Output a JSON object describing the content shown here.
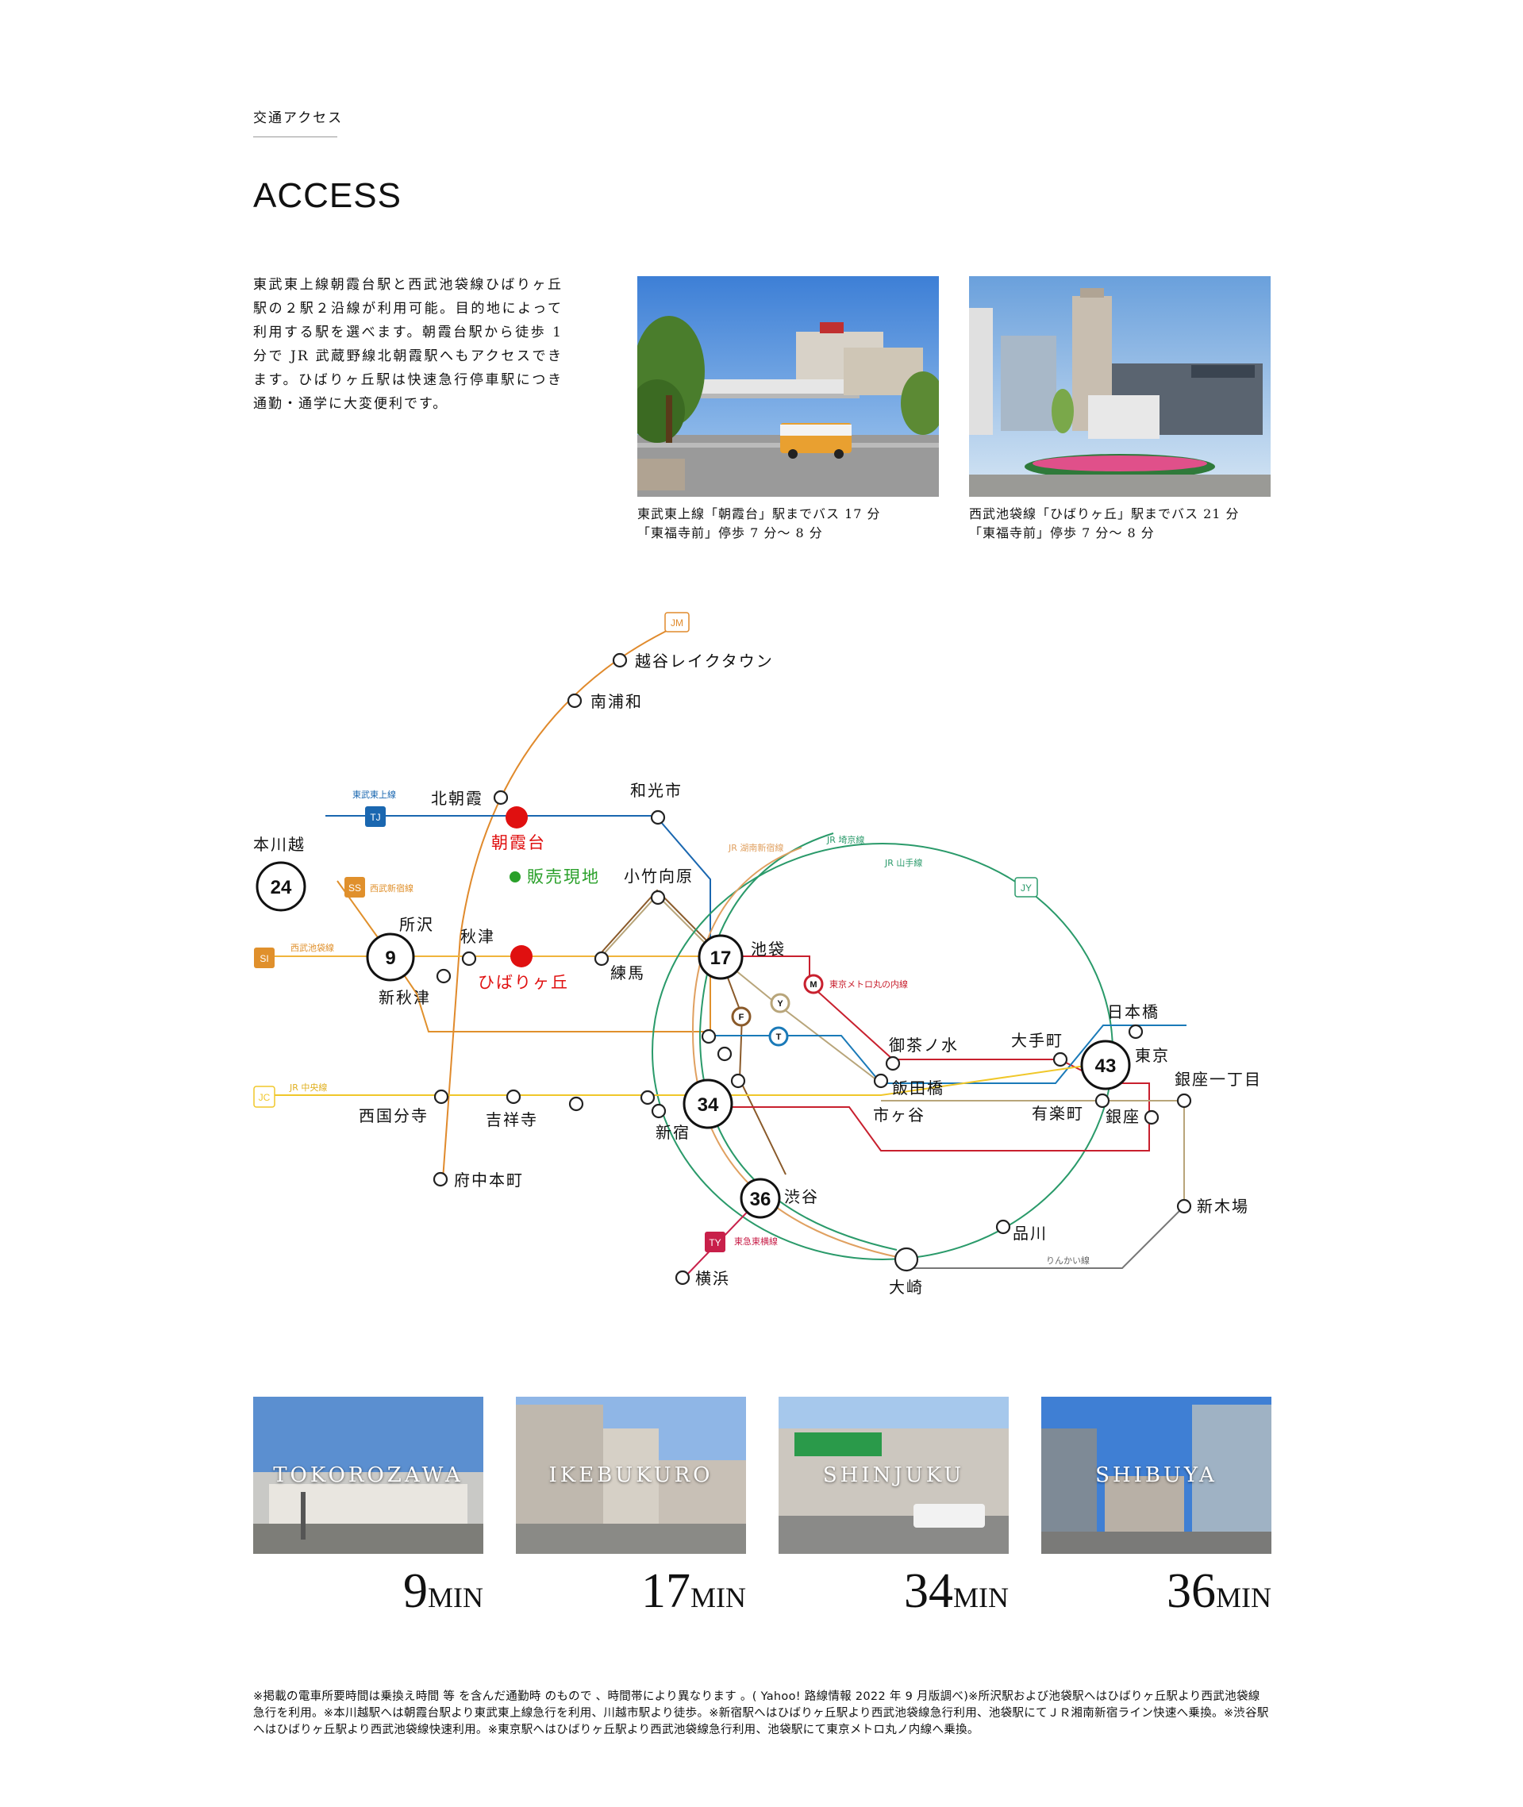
{
  "header": {
    "kicker": "交通アクセス",
    "title": "ACCESS"
  },
  "intro": "東武東上線朝霞台駅と西武池袋線ひばりヶ丘駅の２駅２沿線が利用可能。目的地によって利用する駅を選べます。朝霞台駅から徒歩 1 分で JR 武蔵野線北朝霞駅へもアクセスできます。ひばりヶ丘駅は快速急行停車駅につき通勤・通学に大変便利です。",
  "photos": [
    {
      "caption_line1": "東武東上線「朝霞台」駅までバス 17 分",
      "caption_line2": "「東福寺前」停歩 7 分〜 8 分"
    },
    {
      "caption_line1": "西武池袋線「ひばりヶ丘」駅までバス 21 分",
      "caption_line2": "「東福寺前」停歩 7 分〜 8 分"
    }
  ],
  "map": {
    "stations": {
      "koshigaya": "越谷レイクタウン",
      "minamiurawa": "南浦和",
      "kitaasaka": "北朝霞",
      "asakadai": "朝霞台",
      "wakoshi": "和光市",
      "hanbai": "販売現地",
      "kotake": "小竹向原",
      "hon_kawagoe": "本川越",
      "tokorozawa": "所沢",
      "akitsu": "秋津",
      "hibarigaoka": "ひばりヶ丘",
      "nerima": "練馬",
      "ikebukuro": "池袋",
      "shinakitsu": "新秋津",
      "ochanomizu": "御茶ノ水",
      "otemachi": "大手町",
      "nihonbashi": "日本橋",
      "tokyo": "東京",
      "iidabashi": "飯田橋",
      "ichigaya": "市ヶ谷",
      "yurakucho": "有楽町",
      "ginza": "銀座",
      "ginza1": "銀座一丁目",
      "kokubunji": "西国分寺",
      "kichijoji": "吉祥寺",
      "shinjuku": "新宿",
      "fuchuhonmachi": "府中本町",
      "shibuya": "渋谷",
      "shinkiba": "新木場",
      "shinagawa": "品川",
      "yokohama": "横浜",
      "osaki": "大崎"
    },
    "minutes": {
      "hon_kawagoe": "24",
      "tokorozawa": "9",
      "ikebukuro": "17",
      "shinjuku": "34",
      "shibuya": "36",
      "tokyo": "43"
    },
    "lines": {
      "tobu_tojo": "東武東上線",
      "seibu_shinjuku": "西武新宿線",
      "seibu_ikebukuro": "西武池袋線",
      "jr_shonan": "JR 湖南新宿線",
      "jr_saikyo": "JR 埼京線",
      "jr_yamanote": "JR 山手線",
      "marunouchi": "東京メトロ丸の内線",
      "jr_chuo": "JR 中央線",
      "tokyu_toyoko": "東急東横線",
      "rinkai": "りんかい線"
    },
    "badges": {
      "jm": "JM",
      "tj": "TJ",
      "ss": "SS",
      "si": "SI",
      "jy": "JY",
      "jc": "JC",
      "ty": "TY",
      "m": "M",
      "y": "Y",
      "f": "F",
      "t": "T"
    },
    "colors": {
      "musashino": "#e08a2c",
      "tojo": "#1a67b0",
      "seibu_shinjuku": "#e0902c",
      "seibu_ikebukuro": "#f0b43c",
      "yamanote": "#2a9a6a",
      "saikyo": "#2a9a6a",
      "shonan": "#e0a060",
      "marunouchi": "#c8202e",
      "yurakucho": "#b8a57a",
      "fukutoshin": "#8a5a2a",
      "tozai": "#1a7ab8",
      "chuo": "#f0c72a",
      "rinkai": "#777777",
      "toyoko": "#c8204a",
      "site": "#e01010",
      "site_text": "#2aa02a"
    }
  },
  "destinations": [
    {
      "name": "TOKOROZAWA",
      "minutes": "9",
      "unit": "MIN"
    },
    {
      "name": "IKEBUKURO",
      "minutes": "17",
      "unit": "MIN"
    },
    {
      "name": "SHINJUKU",
      "minutes": "34",
      "unit": "MIN"
    },
    {
      "name": "SHIBUYA",
      "minutes": "36",
      "unit": "MIN"
    }
  ],
  "notes": "※掲載の電車所要時間は乗換え時間 等 を含んだ通勤時 のもので 、時間帯により異なります 。( Yahoo! 路線情報 2022 年 9 月版調べ)※所沢駅および池袋駅へはひばりヶ丘駅より西武池袋線急行を利用。※本川越駅へは朝霞台駅より東武東上線急行を利用、川越市駅より徒歩。※新宿駅へはひばりヶ丘駅より西武池袋線急行利用、池袋駅にてＪＲ湘南新宿ライン快速へ乗換。※渋谷駅へはひばりヶ丘駅より西武池袋線快速利用。※東京駅へはひばりヶ丘駅より西武池袋線急行利用、池袋駅にて東京メトロ丸ノ内線へ乗換。"
}
